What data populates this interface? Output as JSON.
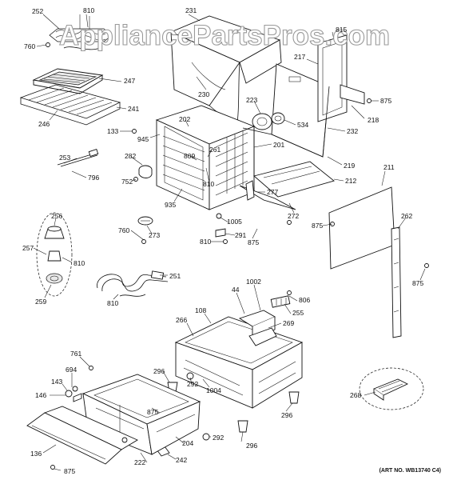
{
  "watermark": "AppliancePartsPros.com",
  "art_number": "(ART NO. WB13740 C4)",
  "labels": [
    {
      "id": "p252",
      "text": "252"
    },
    {
      "id": "p810a",
      "text": "810"
    },
    {
      "id": "p760a",
      "text": "760"
    },
    {
      "id": "p247",
      "text": "247"
    },
    {
      "id": "p241",
      "text": "241"
    },
    {
      "id": "p246",
      "text": "246"
    },
    {
      "id": "p231",
      "text": "231"
    },
    {
      "id": "p230",
      "text": "230"
    },
    {
      "id": "p815",
      "text": "815"
    },
    {
      "id": "p217",
      "text": "217"
    },
    {
      "id": "p875a",
      "text": "875"
    },
    {
      "id": "p218",
      "text": "218"
    },
    {
      "id": "p223",
      "text": "223"
    },
    {
      "id": "p534",
      "text": "534"
    },
    {
      "id": "p232",
      "text": "232"
    },
    {
      "id": "p219",
      "text": "219"
    },
    {
      "id": "p133",
      "text": "133"
    },
    {
      "id": "p202",
      "text": "202"
    },
    {
      "id": "p945",
      "text": "945"
    },
    {
      "id": "p201",
      "text": "201"
    },
    {
      "id": "p261",
      "text": "261"
    },
    {
      "id": "p809",
      "text": "809"
    },
    {
      "id": "p810b",
      "text": "810"
    },
    {
      "id": "p253",
      "text": "253"
    },
    {
      "id": "p796",
      "text": "796"
    },
    {
      "id": "p282",
      "text": "282"
    },
    {
      "id": "p752",
      "text": "752"
    },
    {
      "id": "p935",
      "text": "935"
    },
    {
      "id": "p211",
      "text": "211"
    },
    {
      "id": "p212",
      "text": "212"
    },
    {
      "id": "p277",
      "text": "277"
    },
    {
      "id": "p272",
      "text": "272"
    },
    {
      "id": "p1005",
      "text": "1005"
    },
    {
      "id": "p875b",
      "text": "875"
    },
    {
      "id": "p262",
      "text": "262"
    },
    {
      "id": "p256",
      "text": "256"
    },
    {
      "id": "p760b",
      "text": "760"
    },
    {
      "id": "p273",
      "text": "273"
    },
    {
      "id": "p291",
      "text": "291"
    },
    {
      "id": "p875c",
      "text": "875"
    },
    {
      "id": "p810c",
      "text": "810"
    },
    {
      "id": "p257",
      "text": "257"
    },
    {
      "id": "p810d",
      "text": "810"
    },
    {
      "id": "p875d",
      "text": "875"
    },
    {
      "id": "p259",
      "text": "259"
    },
    {
      "id": "p251",
      "text": "251"
    },
    {
      "id": "p810e",
      "text": "810"
    },
    {
      "id": "p44",
      "text": "44"
    },
    {
      "id": "p1002",
      "text": "1002"
    },
    {
      "id": "p806",
      "text": "806"
    },
    {
      "id": "p255",
      "text": "255"
    },
    {
      "id": "p108",
      "text": "108"
    },
    {
      "id": "p266",
      "text": "266"
    },
    {
      "id": "p269",
      "text": "269"
    },
    {
      "id": "p761",
      "text": "761"
    },
    {
      "id": "p694",
      "text": "694"
    },
    {
      "id": "p143",
      "text": "143"
    },
    {
      "id": "p146",
      "text": "146"
    },
    {
      "id": "p296a",
      "text": "296"
    },
    {
      "id": "p292a",
      "text": "292"
    },
    {
      "id": "p1004",
      "text": "1004"
    },
    {
      "id": "p875e",
      "text": "875"
    },
    {
      "id": "p296b",
      "text": "296"
    },
    {
      "id": "p268",
      "text": "268"
    },
    {
      "id": "p136",
      "text": "136"
    },
    {
      "id": "p204",
      "text": "204"
    },
    {
      "id": "p292b",
      "text": "292"
    },
    {
      "id": "p296c",
      "text": "296"
    },
    {
      "id": "p222",
      "text": "222"
    },
    {
      "id": "p242",
      "text": "242"
    },
    {
      "id": "p875f",
      "text": "875"
    }
  ]
}
